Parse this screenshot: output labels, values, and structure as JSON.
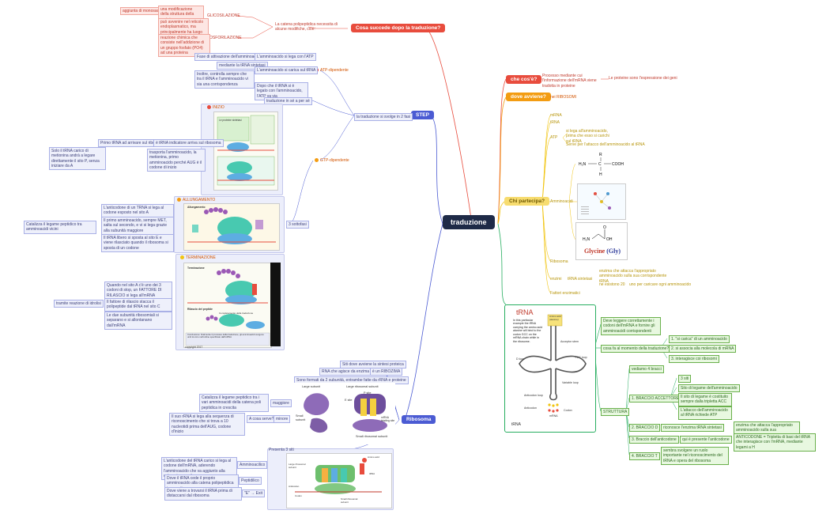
{
  "root": "traduzione",
  "colors": {
    "red": "#e84c3d",
    "orange": "#f39c12",
    "yellow": "#f1c40f",
    "green": "#27ae60",
    "blue": "#4b5bd3",
    "root": "#1e2a47"
  },
  "dopo": {
    "title": "Cosa succede dopo la traduzione?",
    "sub": "La catena polipeptidica necessita di alcune modifiche, cioè:",
    "glico_label": "GLICOSILAZIONE",
    "glico_a": "aggiunta di monosaccaridi",
    "glico_b": "una modificazione della struttura della proteina",
    "glico_c": "può avvenire nel reticolo endoplasmatico, ma principalmente ha luogo nell'apparato del Golgi",
    "fosfo_label": "FOSFORILAZIONE",
    "fosfo_a": "reazione chimica che consiste nell'addizione di un gruppo fosfato (PO4) ad una proteina"
  },
  "cose": {
    "title": "che cos'è?",
    "a": "Processo mediante cui l'informazione dell'mRNA viene tradotta in proteine",
    "b": "Le proteine sono l'espressione dei geni"
  },
  "dove": {
    "title": "dove avviene?",
    "a": "nei RIBOSOMI"
  },
  "chi": {
    "title": "Chi partecipa?",
    "mrna": "mRNA",
    "trna": "tRNA",
    "atp": "ATP",
    "atp_a": "si lega all'amminoacido, prima che esso si carichi sul tRNA",
    "atp_b": "Serve per l'attacco dell'amminoacido al tRNA",
    "aminoacidi": "Amminoacidi",
    "glycine": "Glycine",
    "gly": "(Gly)",
    "ribosoma": "Ribosoma",
    "enzimi": "enzimi",
    "sintetasi": "tRNA sintetasi",
    "sint_a": "enzima che attacca l'appropriato amminoacido sulla sua corrispondente tRNA",
    "sint_b": "ne esistono 20",
    "sint_c": "uno per caricare ogni amminoacido",
    "fattori": "Fattori enzimatici"
  },
  "step": {
    "title": "STEP",
    "due_fasi": "la traduzione si svolge in 2 fasi",
    "atp_dip": "ATP-dipendente",
    "fase_att": "Fase di attivazione dell'amminoacido",
    "aa_lega": "L'amminoacido si lega con l'ATP",
    "mediante": "mediante la tRNA sintetasi",
    "carica": "L'amminoacido si carica sul tRNA",
    "inoltre": "Inoltre, controlla sempre che tra il tRNA e l'amminoacido vi sia una corrispondenza",
    "dopo_che": "Dopo che il tRNA si è legato con l'amminoacido, l'ATP va via",
    "tre_per_tre": "traduzione in sé a per sé",
    "gtp_dip": "GTP-dipendente",
    "tre_sottofasi": "3 sottofasi",
    "inizio": "INIZIO",
    "primo": "Primo tRNA ad arrivare sul ribosoma",
    "indicatore": "è tRNA indicatore arriva sul ribosoma",
    "solo_il": "Solo il tRNA carico di metionina andrà a legare direttamente il sito P, senza iniziare da A",
    "trasporta": "trasporta l'amminoacido, la metionina, primo amminoacido perché AUG è il codone di inizio",
    "allungamento": "ALLUNGAMENTO",
    "allu_a": "L'anticodone di un TRNA si lega al codone esposto nel sito A",
    "allu_b": "Il primo amminoacido, sempre MET, salta sul secondo, e vi si lega grazie alla subunità maggiore",
    "allu_c": "Il tRNA libero si sposta al sito E e viene rilasciato quando il ribosoma si sposta di un codone",
    "catalizza": "Catalizza il legame peptidico tra amminoacidi vicini",
    "terminazione": "TERMINAZIONE",
    "term_a": "Quando nel sito A c'è uno dei 3 codoni di stop, un FATTORE DI RILASCIO si lega all'mRNA",
    "term_b": "Il fattore di rilascio stacca il polipeptide dal tRNA nel sito C",
    "term_c": "Le due subunità ribosomiali si separano e si allontanano dall'mRNA",
    "tramite": "tramite reazione di idrolisi",
    "fig_inizio_a": "Le proteine sintetasi",
    "fig_allu": "Allungamento",
    "fig_term": "Terminazione",
    "fig_term_b": "Rilascio del peptide",
    "fig_term_c": "Completamento della traduzione",
    "fig_caption": "Conclusione: finalmente il processo della traduzione, gli amminoacidi vengono uniti tra loro nell'ordine specificato dall'mRNA",
    "copyright": "copyright 2017"
  },
  "ribosoma": {
    "title": "Ribosoma",
    "a": "Siti dove avviene la sintesi proteica",
    "b": "RNA che agisce da enzima",
    "b2": "è un RIBOZIMA",
    "c": "Sono formati da 2 subunità, entrambe fatte da rRNA e proteine",
    "maggiore": "maggiore",
    "magg_a": "Catalizza il legame peptidico tra i vari amminoacidi della catena poli peptidica in crescita",
    "minore": "minore",
    "min_a": "Il suo rRNA si lega alla sequenza di riconoscimento che si trova a 10 nucleotidi prima dell'AUG, codone d'inizio",
    "a_cosa": "A cosa serve?",
    "large": "Large subunit",
    "small": "Small subunit",
    "large_rib": "Large ribosomal subunit",
    "small_rib": "Small ribosomal subunit",
    "e_site": "E site",
    "p_site": "P site",
    "mrna_site": "mRNA binding site",
    "tre_siti": "Presenta 3 siti",
    "s_a": "Amminoacilico",
    "s_a_d": "L'anticodone del tRNA carico si lega al codone dell'mRNA, aderendo l'amminoacido che va aggiunto alla catena in crescita",
    "s_p": "Peptidilico",
    "s_p_d": "Dove il tRNA cede il proprio amminoacido alla catena polipeptidica in crescita",
    "s_e": "\"E\" → Exit",
    "s_e_d": "Dove viene a trovarsi il tRNA prima di distaccarsi dal ribosoma",
    "fig_a": "Large ribosomal subunit",
    "fig_b": "Small ribosomal subunit",
    "fig_c": "Amino acid",
    "fig_d": "tRNA",
    "fig_e": "Codon",
    "fig_f": "Anticodon"
  },
  "trna": {
    "title": "tRNA",
    "fig_text": "In this particular example the tRNA carrying the amino acid alanine will bind to the codon GCC on the mRNA chain while in the ribosome.",
    "acc": "Acceptor stem",
    "dloop": "D loop",
    "tloop": "TΨC loop",
    "varloop": "Variable loop",
    "anticodon_loop": "Anticodon loop",
    "anticodon": "Anticodon",
    "codon": "Codon",
    "mrna": "mRNA",
    "aa": "Amino acid (alanine)",
    "caption": "tRNA",
    "q1": "Deve leggere correttamente i codoni dell'mRNA e fornire gli amminoacidi corrispondenti",
    "q2": "cosa fa al momento della traduzione?",
    "q2_a": "1. \"si carica\" di un amminoacido",
    "q2_b": "2. si associa alla molecola di mRNA",
    "q2_c": "3. interagisce coi ribosomi",
    "struttura": "STRUTTURA",
    "bracci": "vediamo 4 bracci",
    "b1": "1. BRACCIO ACCETTORE",
    "b1_a": "3 siti",
    "b1_b": "Sito di legame dell'amminoacido",
    "b1_c": "Il sito di legame è costituito sempre dalla tripletta ACC",
    "b1_d": "L'attacco dell'amminoacido al tRNA richiede ATP",
    "b2": "2. BRACCIO D",
    "b2_a": "riconosce l'enzima tRNA sintetasi",
    "b2_b": "enzima che attacca l'appropriato amminoacido sulla sua corrispondente tRNA",
    "b3": "3. Braccio dell'anticodone",
    "b3_a": "qui è presente l'anticodone",
    "b3_b": "ANTICODONE = Tripletta di basi del tRNA che interagisce con l'mRNA, mediante legami a H",
    "b4": "4. BRACCIO T",
    "b4_a": "sembra svolgere un ruolo importante nel riconoscimento del tRNA e opera del ribosoma"
  }
}
